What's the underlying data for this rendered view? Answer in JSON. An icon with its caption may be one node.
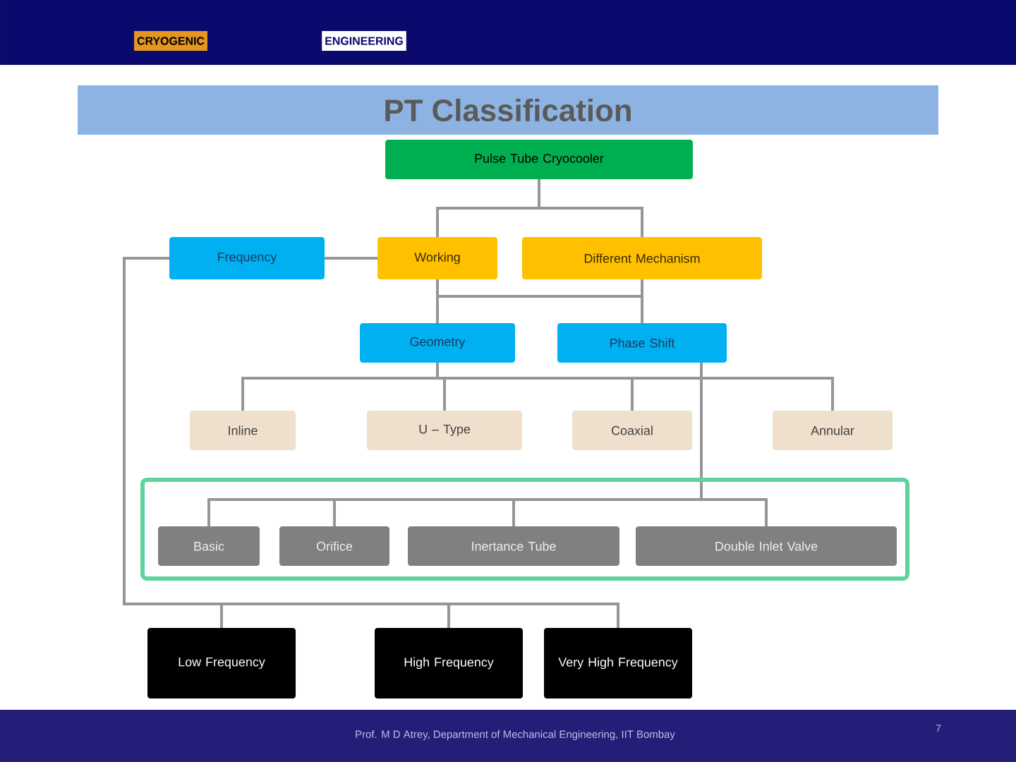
{
  "diagram": {
    "title": "PT Classification",
    "nodes": [
      {
        "text": [
          "Pulse Tube Cryocooler"
        ]
      },
      {
        "text": [
          "Frequency"
        ]
      },
      {
        "text": [
          "Working"
        ]
      },
      {
        "text": [
          "Different Mechanism"
        ]
      },
      {
        "text": [
          "Geometry"
        ]
      },
      {
        "text": [
          "Phase Shift"
        ]
      },
      {
        "text": [
          "Inline"
        ]
      },
      {
        "text": [
          "U – Type"
        ]
      },
      {
        "text": [
          "Coaxial"
        ]
      },
      {
        "text": [
          "Annular"
        ]
      },
      {
        "text": [],
        "shape": "box"
      },
      {
        "text": [
          "Basic"
        ],
        "in": 10
      },
      {
        "text": [
          "Orifice"
        ],
        "in": 10
      },
      {
        "text": [
          "Inertance Tube"
        ],
        "in": 10
      },
      {
        "text": [
          "Double Inlet Valve"
        ],
        "in": 10
      },
      {
        "text": [
          "Low Frequency"
        ]
      },
      {
        "text": [
          "High Frequency"
        ]
      },
      {
        "text": [
          "Very High Frequency"
        ]
      }
    ],
    "edges": [
      {
        "from": 0,
        "to": 2,
        "arrow": "none"
      },
      {
        "from": 0,
        "to": 3,
        "arrow": "none"
      },
      {
        "from": 1,
        "to": 2,
        "arrow": "none"
      },
      {
        "from": 2,
        "to": 4,
        "arrow": "none"
      },
      {
        "from": 3,
        "to": 5,
        "arrow": "none"
      },
      {
        "from": 4,
        "to": 6,
        "arrow": "none"
      },
      {
        "from": 4,
        "to": 7,
        "arrow": "none"
      },
      {
        "from": 4,
        "to": 8,
        "arrow": "none"
      },
      {
        "from": 4,
        "to": 9,
        "arrow": "none"
      },
      {
        "from": 5,
        "to": 11,
        "arrow": "none"
      },
      {
        "from": 5,
        "to": 12,
        "arrow": "none"
      },
      {
        "from": 5,
        "to": 13,
        "arrow": "none"
      },
      {
        "from": 5,
        "to": 14,
        "arrow": "none"
      },
      {
        "from": 1,
        "to": 15,
        "arrow": "none"
      },
      {
        "from": 1,
        "to": 16,
        "arrow": "none"
      },
      {
        "from": 1,
        "to": 17,
        "arrow": "none"
      }
    ],
    "labels": [
      "CRYOGENIC",
      "ENGINEERING",
      "Prof. M D Atrey, Department of Mechanical Engineering, IIT Bombay",
      "7"
    ]
  }
}
